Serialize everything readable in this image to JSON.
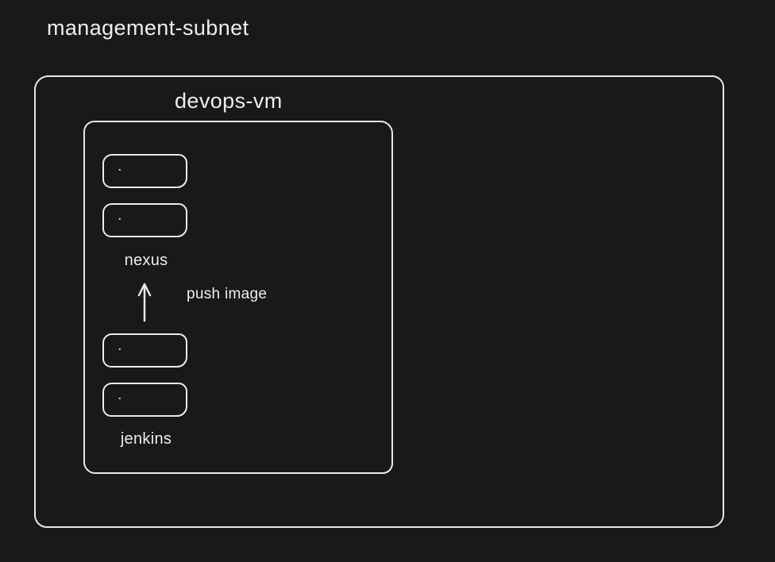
{
  "page": {
    "background_color": "#191919",
    "stroke_color": "#e8e8e8",
    "text_color": "#ededed"
  },
  "diagram": {
    "subnet": {
      "title": "management-subnet",
      "vm": {
        "title": "devops-vm",
        "nexus_group": {
          "label": "nexus",
          "containers": [
            {
              "dot": "."
            },
            {
              "dot": "."
            }
          ]
        },
        "jenkins_group": {
          "label": "jenkins",
          "containers": [
            {
              "dot": "."
            },
            {
              "dot": "."
            }
          ]
        },
        "arrow": {
          "label": "push image",
          "direction": "up"
        }
      }
    }
  }
}
